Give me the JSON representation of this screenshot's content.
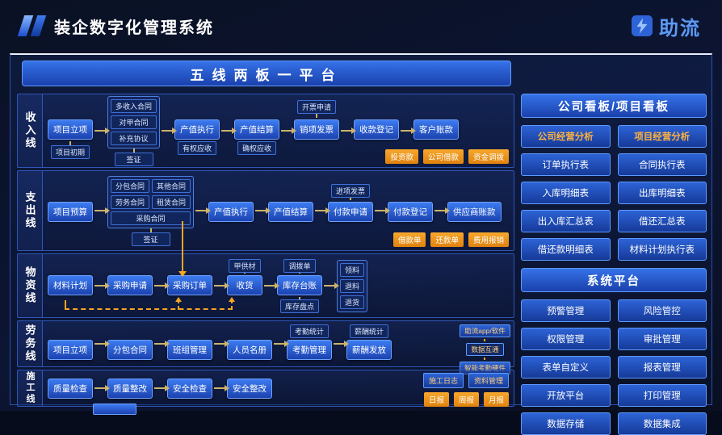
{
  "header": {
    "title": "装企数字化管理系统",
    "brand": "助流"
  },
  "banner": "五线两板一平台",
  "income": {
    "label": "收入线",
    "project_init": "项目立项",
    "project_early": "项目初期",
    "contracts": [
      "多收入合同",
      "对甲合同",
      "补充协议"
    ],
    "visa": "签证",
    "output_exec": "产值执行",
    "rights_recv": "有权应收",
    "output_settle": "产值结算",
    "confirm_recv": "确权应收",
    "invoice_apply": "开票申请",
    "sales_invoice": "销项发票",
    "receipt_reg": "收款登记",
    "customer_account": "客户账款",
    "badges": [
      "投资款",
      "公司借款",
      "资金调拨"
    ]
  },
  "expense": {
    "label": "支出线",
    "budget": "项目预算",
    "contracts": [
      "分包合同",
      "其他合同",
      "劳务合同",
      "租赁合同"
    ],
    "purchase_contract": "采购合同",
    "visa": "签证",
    "output_exec": "产值执行",
    "output_settle": "产值结算",
    "input_invoice": "进项发票",
    "pay_apply": "付款申请",
    "pay_reg": "付款登记",
    "supplier_account": "供应商账款",
    "badges": [
      "借款单",
      "还款单",
      "费用报销"
    ]
  },
  "material": {
    "label": "物资线",
    "plan": "材料计划",
    "purchase_apply": "采购申请",
    "purchase_order": "采购订单",
    "owner_supply": "甲供材",
    "receive": "收货",
    "transfer": "调拨单",
    "inventory_ledger": "库存台账",
    "inventory_check": "库存盘点",
    "ops": [
      "领料",
      "退料",
      "退货"
    ]
  },
  "labor": {
    "label": "劳务线",
    "project_init": "项目立项",
    "subcontract": "分包合同",
    "team": "班组管理",
    "roster": "人员名册",
    "attend_stat": "考勤统计",
    "attend_mgmt": "考勤管理",
    "salary_stat": "薪酬统计",
    "salary_pay": "薪酬发放",
    "side": [
      "助流app/软件",
      "数据互通",
      "智能考勤硬件"
    ]
  },
  "construction": {
    "label": "施工线",
    "quality_check": "质量检查",
    "quality_fix": "质量整改",
    "safety_check": "安全检查",
    "safety_fix": "安全整改",
    "badges1": [
      "施工日志",
      "资料管理"
    ],
    "badges2": [
      "日报",
      "周报",
      "月报"
    ]
  },
  "boards": {
    "title": "公司看板/项目看板",
    "highlights": [
      "公司经营分析",
      "项目经营分析"
    ],
    "items": [
      "订单执行表",
      "合同执行表",
      "入库明细表",
      "出库明细表",
      "出入库汇总表",
      "借还汇总表",
      "借还款明细表",
      "材料计划执行表"
    ]
  },
  "platform": {
    "title": "系统平台",
    "items": [
      "预警管理",
      "风险管控",
      "权限管理",
      "审批管理",
      "表单自定义",
      "报表管理",
      "开放平台",
      "打印管理",
      "数据存储",
      "数据集成"
    ]
  }
}
